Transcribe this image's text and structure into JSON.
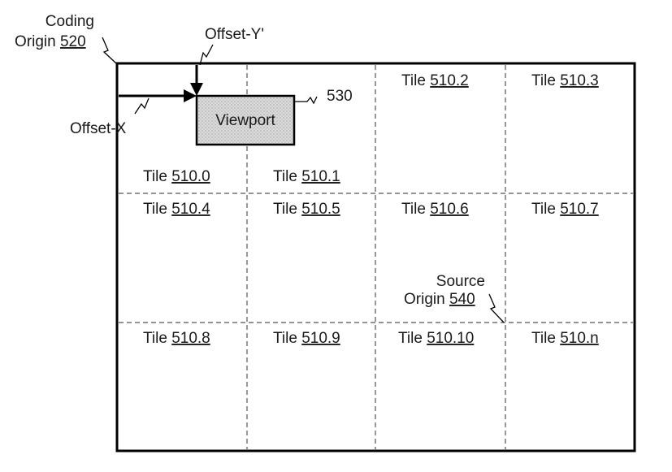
{
  "labels": {
    "coding_origin_line1": "Coding",
    "coding_origin_line2": "Origin",
    "coding_origin_ref": "520",
    "offset_y": "Offset-Y'",
    "offset_x": "Offset-X",
    "viewport": "Viewport",
    "viewport_ref": "530",
    "source_origin_line1": "Source",
    "source_origin_line2": "Origin",
    "source_origin_ref": "540"
  },
  "tiles": [
    {
      "word": "Tile",
      "ref": "510.0"
    },
    {
      "word": "Tile",
      "ref": "510.1"
    },
    {
      "word": "Tile",
      "ref": "510.2"
    },
    {
      "word": "Tile",
      "ref": "510.3"
    },
    {
      "word": "Tile",
      "ref": "510.4"
    },
    {
      "word": "Tile",
      "ref": "510.5"
    },
    {
      "word": "Tile",
      "ref": "510.6"
    },
    {
      "word": "Tile",
      "ref": "510.7"
    },
    {
      "word": "Tile",
      "ref": "510.8"
    },
    {
      "word": "Tile",
      "ref": "510.9"
    },
    {
      "word": "Tile",
      "ref": "510.10"
    },
    {
      "word": "Tile",
      "ref": "510.n"
    }
  ],
  "colors": {
    "frame": "#000000",
    "viewport_fill": "#d9d9d9"
  }
}
